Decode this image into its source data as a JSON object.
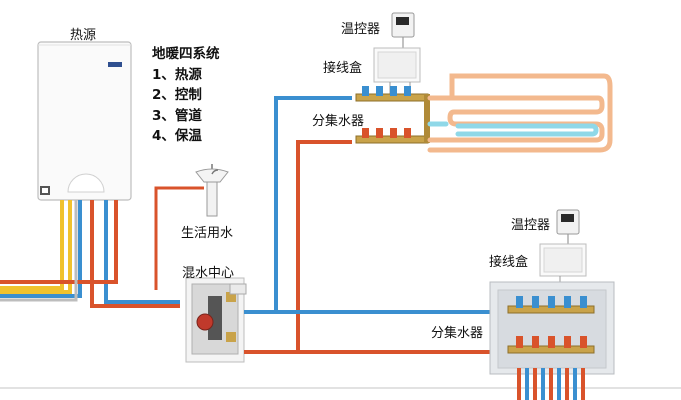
{
  "labels": {
    "heat_source": "热源",
    "thermostat_top": "温控器",
    "junction_box_top": "接线盒",
    "manifold_top": "分集水器",
    "domestic_water": "生活用水",
    "mixing_center": "混水中心",
    "thermostat_bottom": "温控器",
    "junction_box_bottom": "接线盒",
    "manifold_bottom": "分集水器"
  },
  "legend": {
    "title": "地暖四系统",
    "items": [
      "1、热源",
      "2、控制",
      "3、管道",
      "4、保温"
    ]
  },
  "colors": {
    "supply_pipe": "#3a8fd0",
    "return_pipe": "#d9532b",
    "cold_water_pipe": "#f0c22e",
    "floor_loop_outer": "#f3b98e",
    "floor_loop_inner": "#8fd8e8",
    "brass": "#c9a34a"
  }
}
